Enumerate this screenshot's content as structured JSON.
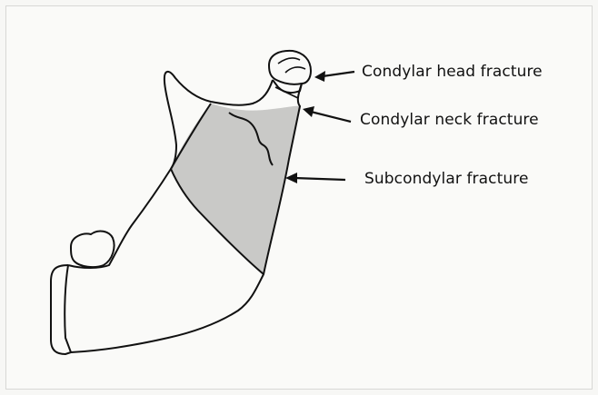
{
  "labels": {
    "head": "Condylar head fracture",
    "neck": "Condylar neck fracture",
    "sub": "Subcondylar fracture"
  },
  "colors": {
    "outline": "#111111",
    "shaded_region": "#c9c9c7",
    "background": "#fafaf8"
  }
}
